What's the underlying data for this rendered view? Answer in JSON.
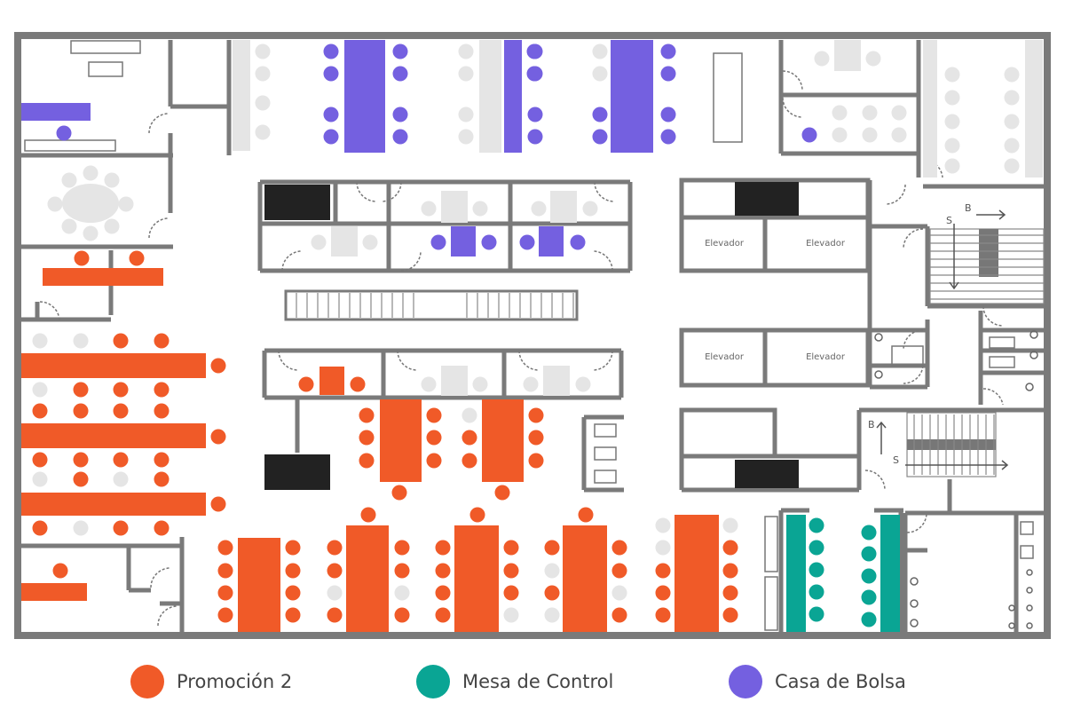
{
  "colors": {
    "promocion": "#f05a28",
    "mesa": "#0aa594",
    "casa": "#7460e0",
    "wall": "#7a7a7a",
    "empty": "#e5e5e5",
    "dark": "#222222"
  },
  "plan": {
    "elevator_label": "Elevador",
    "stair_up": "B",
    "stair_down": "S"
  },
  "legend": [
    {
      "label": "Promoción 2",
      "color_key": "promocion"
    },
    {
      "label": "Mesa de Control",
      "color_key": "mesa"
    },
    {
      "label": "Casa de Bolsa",
      "color_key": "casa"
    }
  ]
}
